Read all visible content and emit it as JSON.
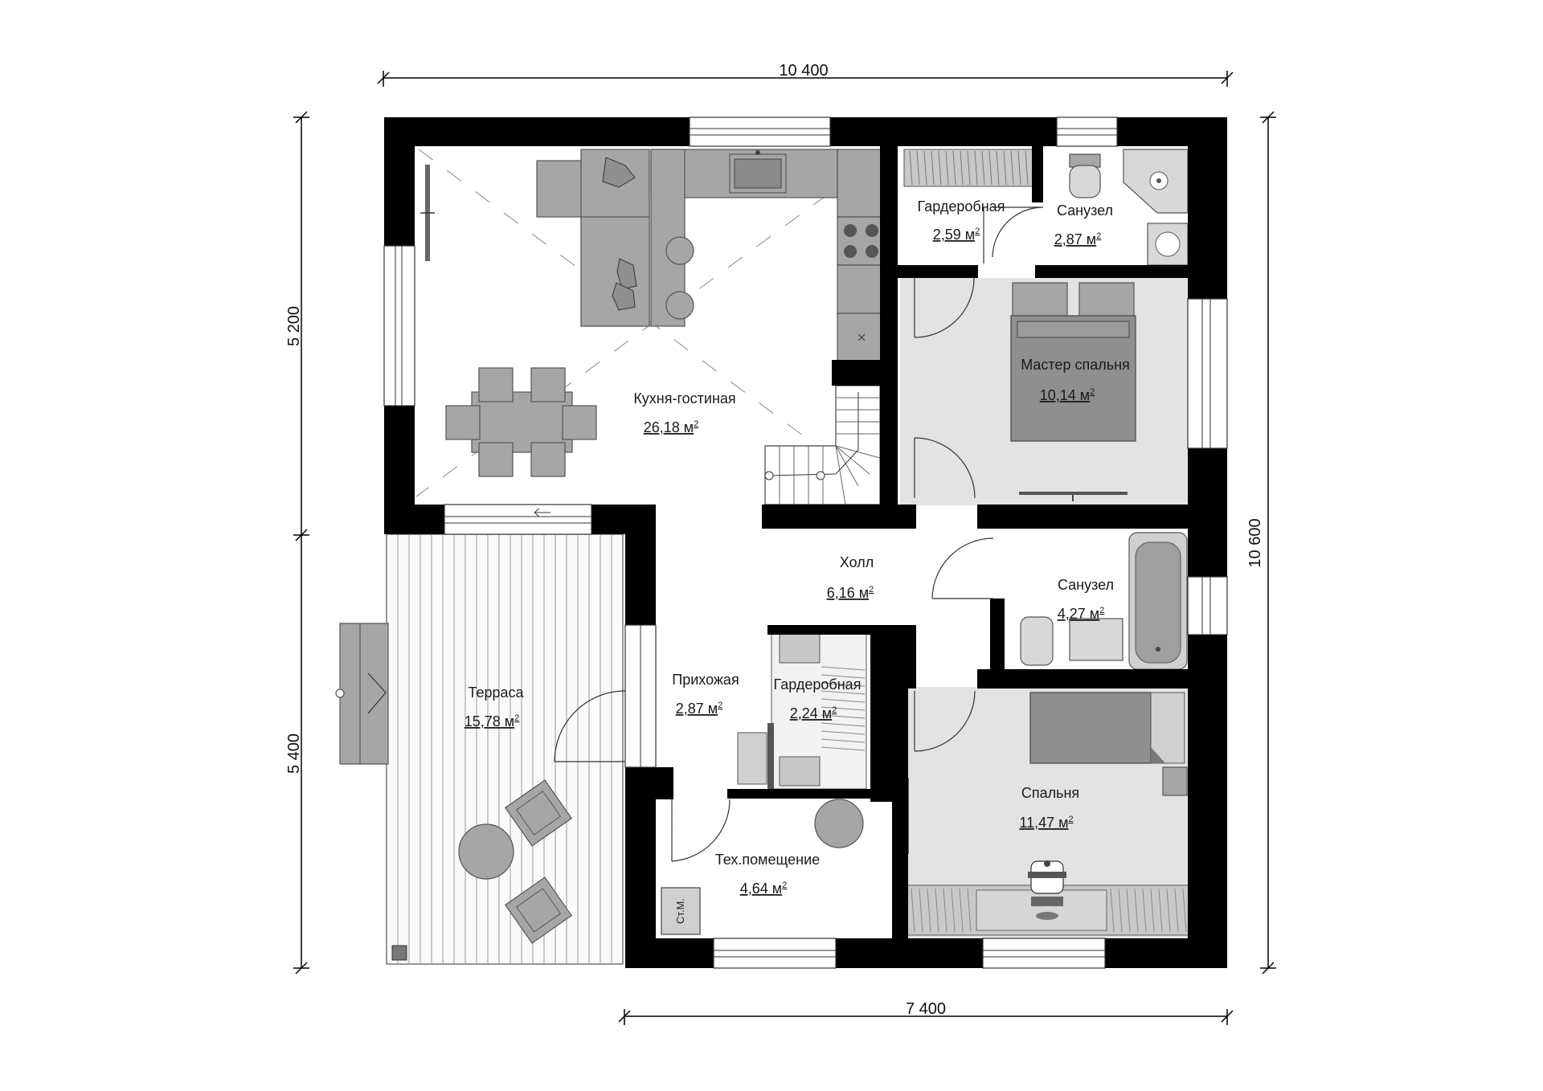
{
  "dimensions": {
    "top": "10 400",
    "right": "10 600",
    "bottom": "7 400",
    "left_upper": "5 200",
    "left_lower": "5 400"
  },
  "rooms": {
    "living": {
      "name": "Кухня-гостиная",
      "area": "26,18 м",
      "sup": "2"
    },
    "wardrobe_top": {
      "name": "Гардеробная",
      "area": "2,59 м",
      "sup": "2"
    },
    "bath_top": {
      "name": "Санузел",
      "area": "2,87 м",
      "sup": "2"
    },
    "master": {
      "name": "Мастер спальня",
      "area": "10,14 м",
      "sup": "2"
    },
    "hall": {
      "name": "Холл",
      "area": "6,16 м",
      "sup": "2"
    },
    "bath_mid": {
      "name": "Санузел",
      "area": "4,27 м",
      "sup": "2"
    },
    "entry": {
      "name": "Прихожая",
      "area": "2,87 м",
      "sup": "2"
    },
    "wardrobe_mid": {
      "name": "Гардеробная",
      "area": "2,24 м",
      "sup": "2"
    },
    "terrace": {
      "name": "Терраса",
      "area": "15,78 м",
      "sup": "2"
    },
    "bedroom": {
      "name": "Спальня",
      "area": "11,47 м",
      "sup": "2"
    },
    "tech": {
      "name": "Тех.помещение",
      "area": "4,64 м",
      "sup": "2"
    }
  },
  "labels": {
    "washer": "Ст.М."
  }
}
